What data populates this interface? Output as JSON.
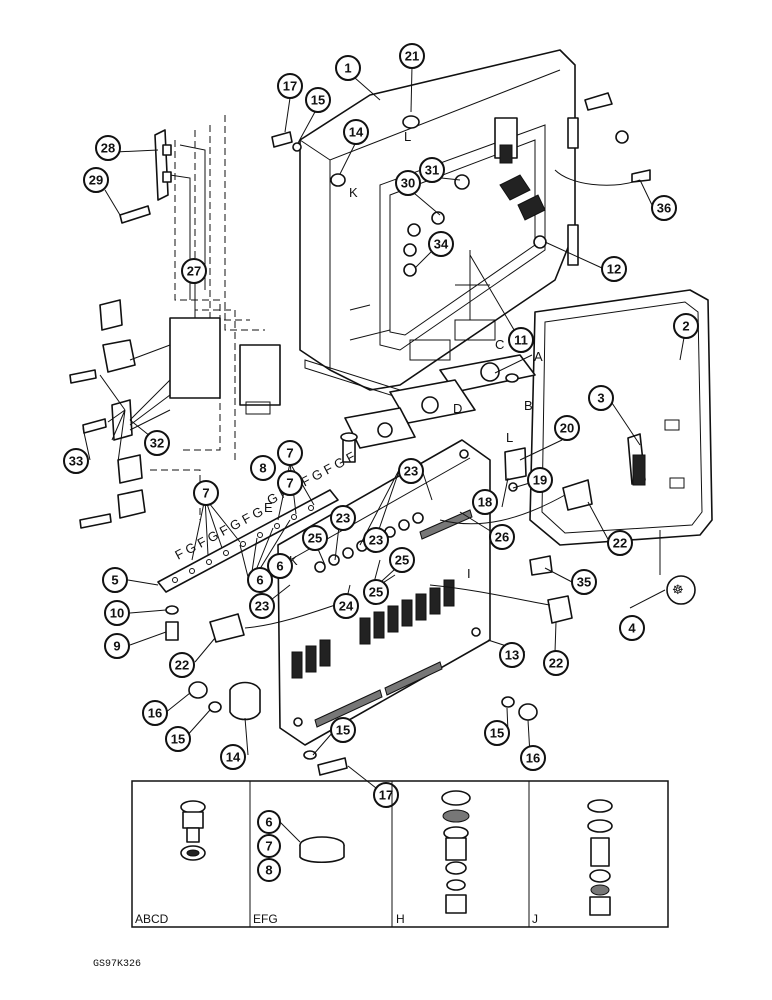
{
  "drawing": {
    "code": "GS97K326",
    "callouts": {
      "c1": "1",
      "c2": "2",
      "c3": "3",
      "c4": "4",
      "c5": "5",
      "c6a": "6",
      "c6b": "6",
      "c7a": "7",
      "c7b": "7",
      "c7c": "7",
      "c8a": "8",
      "c8b": "8",
      "c9": "9",
      "c10": "10",
      "c11": "11",
      "c12": "12",
      "c13": "13",
      "c14a": "14",
      "c14b": "14",
      "c15a": "15",
      "c15b": "15",
      "c15c": "15",
      "c15d": "15",
      "c16a": "16",
      "c16b": "16",
      "c17a": "17",
      "c17b": "17",
      "c18": "18",
      "c19": "19",
      "c20": "20",
      "c21": "21",
      "c22a": "22",
      "c22b": "22",
      "c22c": "22",
      "c23a": "23",
      "c23b": "23",
      "c23c": "23",
      "c23d": "23",
      "c24": "24",
      "c25a": "25",
      "c25b": "25",
      "c25c": "25",
      "c26": "26",
      "c27": "27",
      "c28": "28",
      "c29": "29",
      "c30": "30",
      "c31": "31",
      "c32": "32",
      "c33": "33",
      "c34": "34",
      "c35": "35",
      "c36": "36",
      "c6c": "6",
      "c7d": "7"
    },
    "letters": {
      "K1": "K",
      "K2": "K",
      "L1": "L",
      "L2": "L",
      "A": "A",
      "B": "B",
      "C": "C",
      "D": "D",
      "E": "E",
      "I": "I",
      "seq1": "F G F G F G F G",
      "seq2": "G F G F G F G F"
    },
    "legend": {
      "panel1": "ABCD",
      "panel2": "EFG",
      "panel3": "H",
      "panel4": "J"
    }
  }
}
